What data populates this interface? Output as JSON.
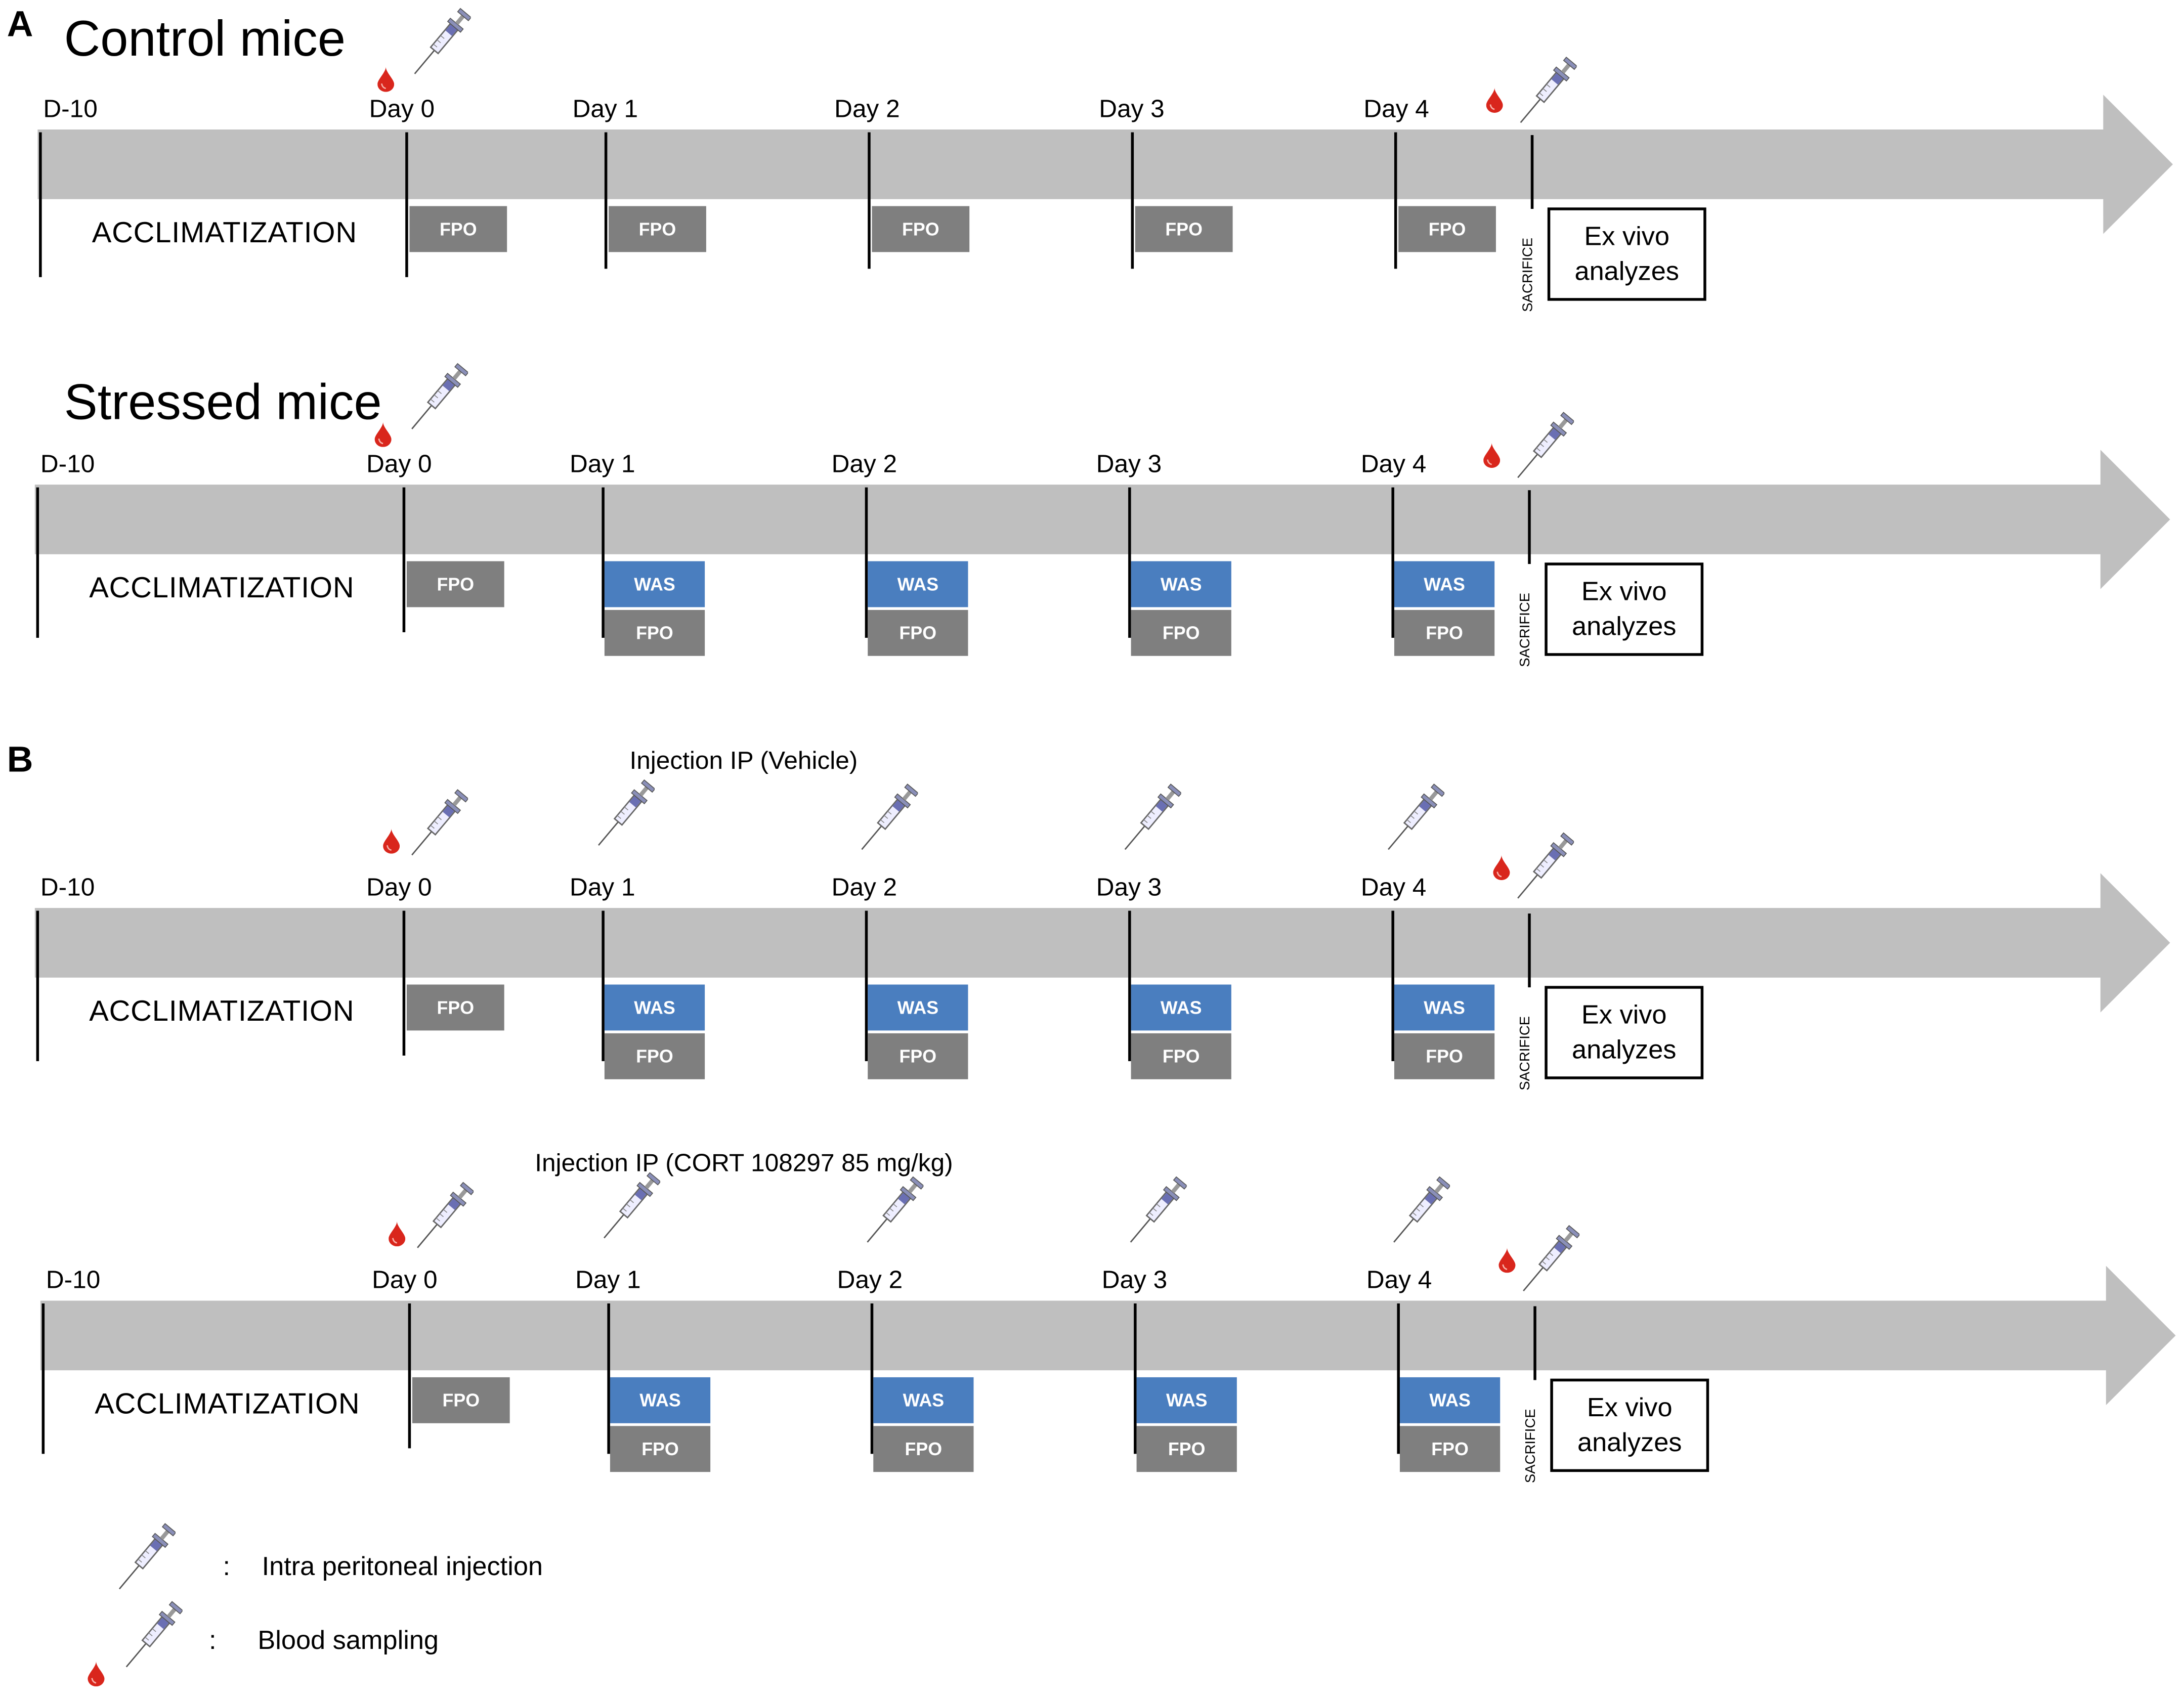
{
  "panel_a": {
    "letter": "A",
    "groups": [
      {
        "title": "Control mice"
      },
      {
        "title": "Stressed mice"
      }
    ]
  },
  "panel_b": {
    "letter": "B",
    "groups": [
      {
        "title": "Injection IP (Vehicle)"
      },
      {
        "title": "Injection IP (CORT 108297 85 mg/kg)"
      }
    ]
  },
  "timeline_labels": {
    "start": "D-10",
    "days": [
      "Day 0",
      "Day 1",
      "Day 2",
      "Day 3",
      "Day 4"
    ],
    "acclimatization": "ACCLIMATIZATION",
    "sacrifice": "SACRIFICE",
    "ex_vivo": "Ex vivo analyzes",
    "fpo": "FPO",
    "was": "WAS"
  },
  "timelines": [
    {
      "id": "control",
      "was_days": false,
      "daily_injection": false
    },
    {
      "id": "stressed",
      "was_days": true,
      "daily_injection": false
    },
    {
      "id": "vehicle",
      "was_days": true,
      "daily_injection": true
    },
    {
      "id": "cort",
      "was_days": true,
      "daily_injection": true
    }
  ],
  "legend": [
    {
      "icon": "syringe-icon",
      "separator": ":",
      "label": "Intra peritoneal injection"
    },
    {
      "icon": "blood-drop-syringe-icon",
      "separator": ":",
      "label": "Blood sampling"
    }
  ],
  "colors": {
    "bar": "#bfbfbf",
    "fpo": "#7f7f7f",
    "was": "#4a7ebf",
    "blood": "#d9261c"
  }
}
